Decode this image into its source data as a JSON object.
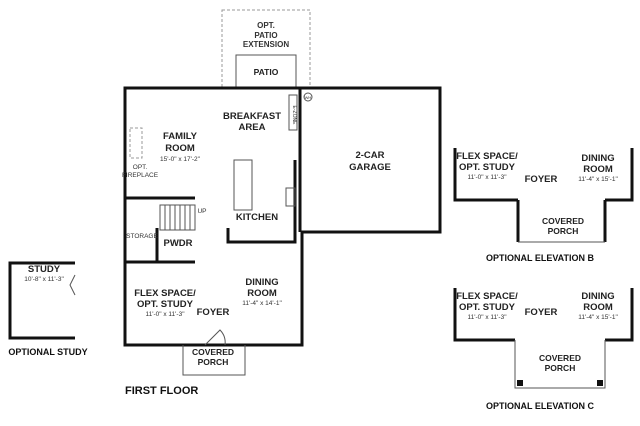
{
  "plan": {
    "title": "FIRST FLOOR",
    "opt_patio_extension": [
      "OPT.",
      "PATIO",
      "EXTENSION"
    ],
    "patio": "PATIO",
    "family_room": {
      "name": [
        "FAMILY",
        "ROOM"
      ],
      "dims": "15'-0\" x 17'-2\""
    },
    "opt_fireplace": [
      "OPT.",
      "FIREPLACE"
    ],
    "breakfast_area": [
      "BREAKFAST",
      "AREA"
    ],
    "e_zone": "E-ZONE",
    "wh": "WH",
    "garage": [
      "2-CAR",
      "GARAGE"
    ],
    "kitchen": "KITCHEN",
    "up": "UP",
    "storage": "STORAGE",
    "powder": "PWDR",
    "flex_space": {
      "name": [
        "FLEX SPACE/",
        "OPT. STUDY"
      ],
      "dims": "11'-0\" x 11'-3\""
    },
    "dining_room": {
      "name": [
        "DINING",
        "ROOM"
      ],
      "dims": "11'-4\" x 14'-1\""
    },
    "foyer": "FOYER",
    "covered_porch": [
      "COVERED",
      "PORCH"
    ]
  },
  "optional_study": {
    "title": "OPTIONAL STUDY",
    "name": "STUDY",
    "dims": "10'-8\" x 11'-3\""
  },
  "elevation_b": {
    "title": "OPTIONAL ELEVATION B",
    "flex": {
      "name": [
        "FLEX SPACE/",
        "OPT. STUDY"
      ],
      "dims": "11'-0\" x 11'-3\""
    },
    "foyer": "FOYER",
    "dining": {
      "name": [
        "DINING",
        "ROOM"
      ],
      "dims": "11'-4\" x 15'-1\""
    },
    "porch": [
      "COVERED",
      "PORCH"
    ]
  },
  "elevation_c": {
    "title": "OPTIONAL ELEVATION C",
    "flex": {
      "name": [
        "FLEX SPACE/",
        "OPT. STUDY"
      ],
      "dims": "11'-0\" x 11'-3\""
    },
    "foyer": "FOYER",
    "dining": {
      "name": [
        "DINING",
        "ROOM"
      ],
      "dims": "11'-4\" x 15'-1\""
    },
    "porch": [
      "COVERED",
      "PORCH"
    ]
  }
}
